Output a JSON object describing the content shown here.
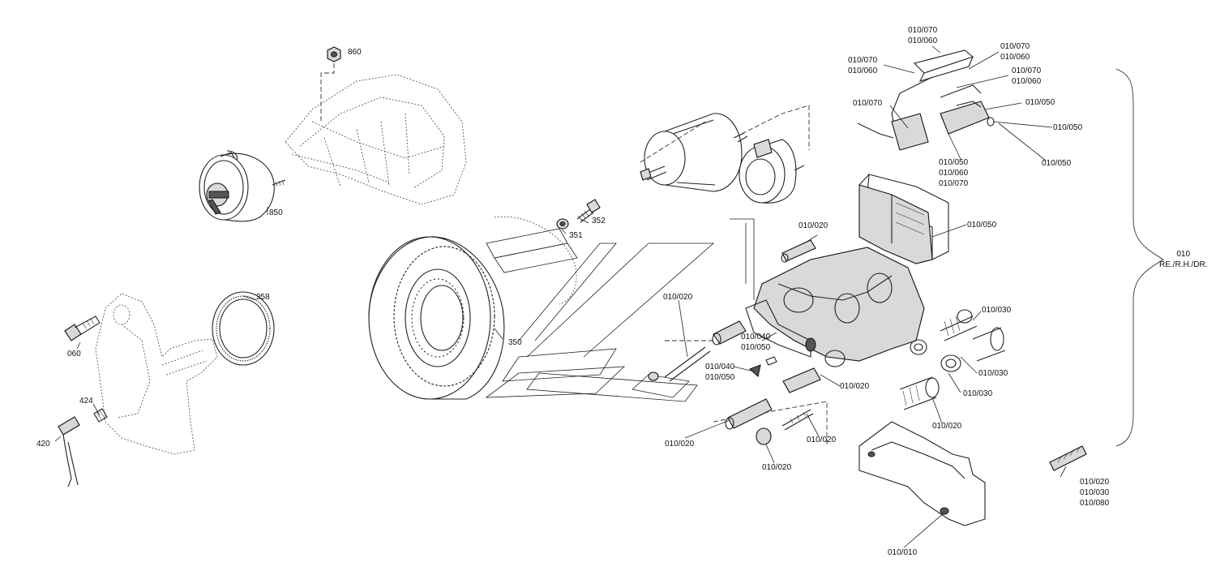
{
  "labels": {
    "p860": "860",
    "p850": "850",
    "p352": "352",
    "p351": "351",
    "p350": "350",
    "p358": "358",
    "p060": "060",
    "p424": "424",
    "p420": "420",
    "top_070_060": [
      "010/070",
      "010/060"
    ],
    "left_070_060": [
      "010/070",
      "010/060"
    ],
    "right_070_060_a": [
      "010/070",
      "010/060"
    ],
    "right_070_060_b": [
      "010/070",
      "010/060"
    ],
    "left_070": "010/070",
    "p050_a": "010/050",
    "p050_b": "010/050",
    "p050_c": "010/050",
    "stack_050_060_070": [
      "010/050",
      "010/060",
      "010/070"
    ],
    "pads_050": "010/050",
    "group_010": [
      "010",
      "RE./R.H./DR."
    ],
    "pin_020_top": "010/020",
    "bolt_020": "010/020",
    "p040_050_a": [
      "010/040",
      "010/050"
    ],
    "p040_050_b": [
      "010/040",
      "010/050"
    ],
    "p030_a": "010/030",
    "p030_b": "010/030",
    "p030_c": "010/030",
    "p020_bellows": "010/020",
    "p020_mid": "010/020",
    "p020_left": "010/020",
    "p020_right": "010/020",
    "p020_bottom": "010/020",
    "kit_020_030_080": [
      "010/020",
      "010/030",
      "010/080"
    ],
    "carrier_010": "010/010"
  }
}
